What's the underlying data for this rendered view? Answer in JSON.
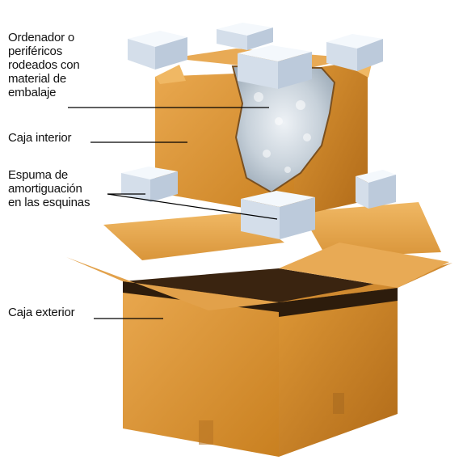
{
  "labels": {
    "packing_material": "Ordenador o\nperiféricos\nrodeados con\nmaterial de\nembalaje",
    "inner_box": "Caja interior",
    "corner_foam": "Espuma de\namortiguación\nen las esquinas",
    "outer_box": "Caja exterior"
  },
  "colors": {
    "cardboard_light": "#e8a64c",
    "cardboard_mid": "#d58c2c",
    "cardboard_dark": "#b7701c",
    "cardboard_interior": "#3a2410",
    "foam": "#dde6f1",
    "bubble_wrap": "#cdd6df",
    "leader_line": "#000000"
  }
}
